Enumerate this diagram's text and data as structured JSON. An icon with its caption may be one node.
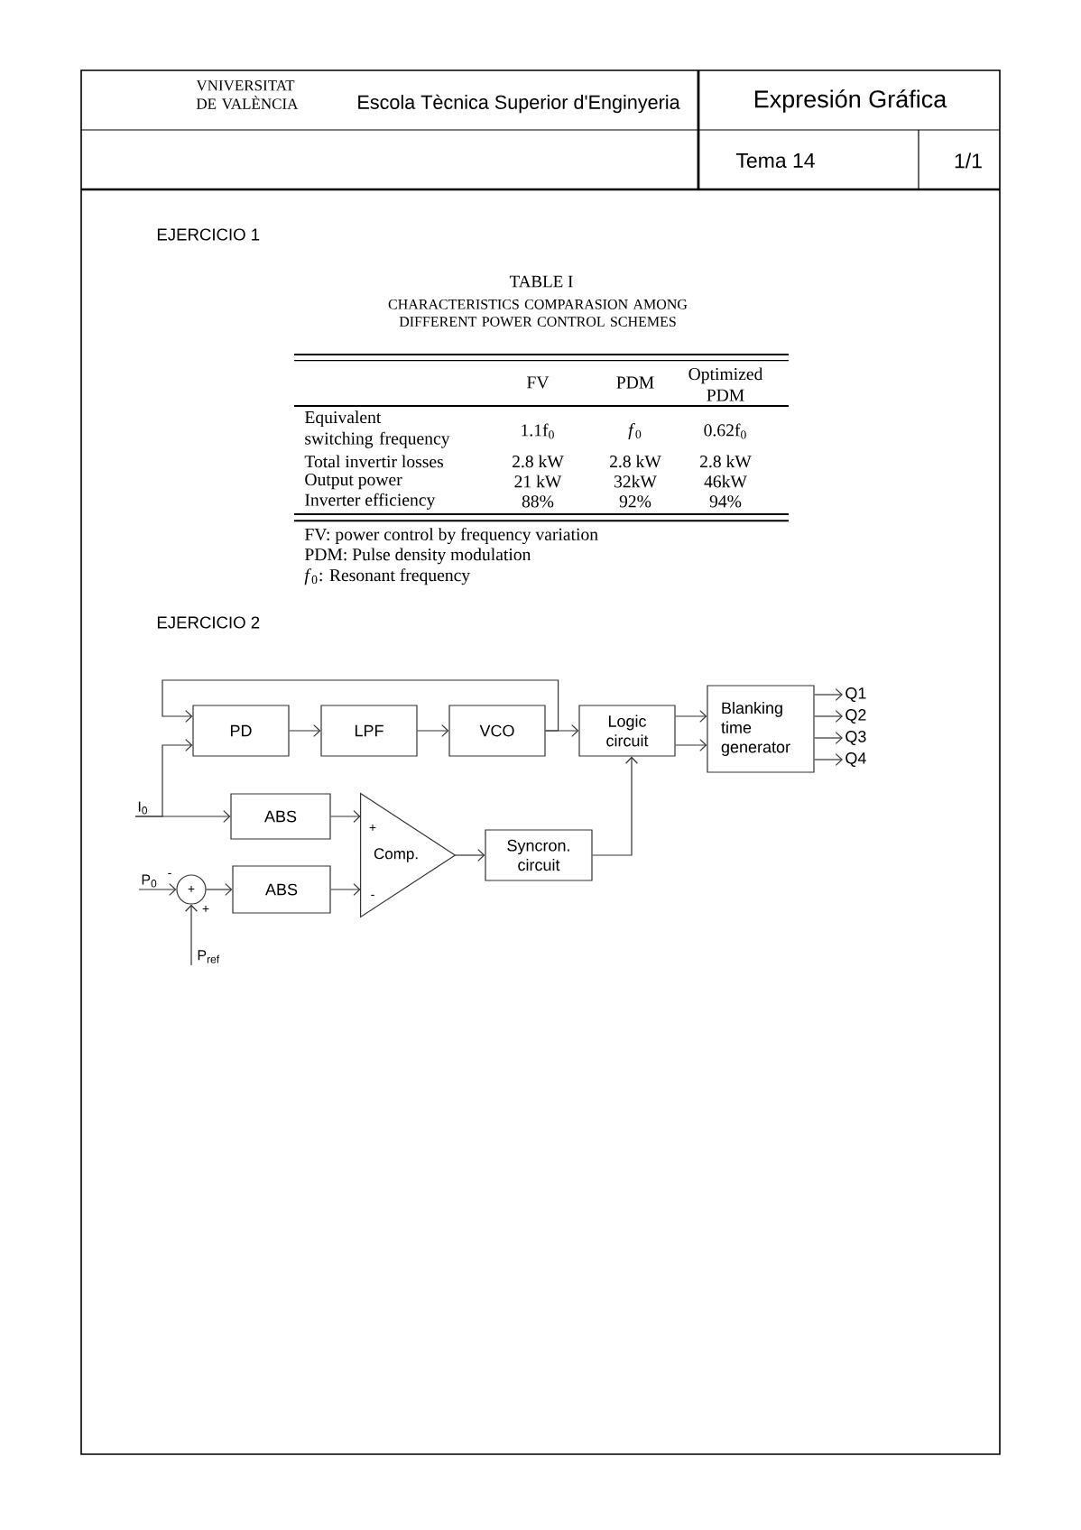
{
  "diagram": {
    "nodes": [
      {
        "text": [
          "PD"
        ]
      },
      {
        "text": [
          "LPF"
        ]
      },
      {
        "text": [
          "VCO"
        ]
      },
      {
        "text": [
          "Logic circuit"
        ]
      },
      {
        "text": [
          "Blanking time generator"
        ]
      },
      {
        "text": [
          "Q1"
        ]
      },
      {
        "text": [
          "Q2"
        ]
      },
      {
        "text": [
          "Q3"
        ]
      },
      {
        "text": [
          "Q4"
        ]
      },
      {
        "text": [
          "I$_{0}$"
        ]
      },
      {
        "text": [
          "ABS"
        ]
      },
      {
        "text": [
          "Comp."
        ]
      },
      {
        "text": [
          "Syncron. circuit"
        ]
      },
      {
        "text": [
          "P$_{0}$"
        ]
      },
      {
        "text": [
          "+"
        ]
      },
      {
        "text": [
          "ABS"
        ]
      },
      {
        "text": [
          "P$_{ref}$"
        ]
      }
    ],
    "edges": [
      {
        "from": 0,
        "to": 1,
        "arrow": "to"
      },
      {
        "from": 1,
        "to": 2,
        "arrow": "to"
      },
      {
        "from": 2,
        "to": 3,
        "arrow": "to"
      },
      {
        "from": 2,
        "to": 0,
        "arrow": "to"
      },
      {
        "from": 3,
        "to": 4,
        "arrow": "to"
      },
      {
        "from": 3,
        "to": 4,
        "arrow": "to"
      },
      {
        "from": 4,
        "to": 5,
        "arrow": "to"
      },
      {
        "from": 4,
        "to": 6,
        "arrow": "to"
      },
      {
        "from": 4,
        "to": 7,
        "arrow": "to"
      },
      {
        "from": 4,
        "to": 8,
        "arrow": "to"
      },
      {
        "from": 9,
        "to": 0,
        "arrow": "to"
      },
      {
        "from": 9,
        "to": 10,
        "arrow": "to"
      },
      {
        "from": 10,
        "to": 11,
        "arrow": "to"
      },
      {
        "from": 11,
        "to": 12,
        "arrow": "to"
      },
      {
        "from": 12,
        "to": 3,
        "arrow": "to"
      },
      {
        "from": 13,
        "to": 14,
        "arrow": "to"
      },
      {
        "from": 16,
        "to": 14,
        "arrow": "to"
      },
      {
        "from": 14,
        "to": 15,
        "arrow": "to"
      },
      {
        "from": 15,
        "to": 11,
        "arrow": "to"
      }
    ],
    "labels": [
      "VNIVERSITAT DE VALÈNCIA",
      "Escola Tècnica Superior d'Enginyeria",
      "Expresión Gráfica",
      "Tema 14",
      "1/1",
      "EJERCICIO 1",
      "TABLE I",
      "CHARACTERISTICS COMPARASION AMONG DIFFERENT POWER CONTROL SCHEMES",
      "FV",
      "PDM",
      "Optimized PDM",
      "Equivalent switching frequency",
      "1.1f$_{0}$",
      "*f*$_{0}$",
      "0.62f$_{0}$",
      "Total invertir losses",
      "2.8 kW",
      "2.8 kW",
      "2.8 kW",
      "Output power",
      "21 kW",
      "32kW",
      "46kW",
      "Inverter efficiency",
      "88%",
      "92%",
      "94%",
      "FV: power control by frequency variation",
      "PDM: Pulse density modulation",
      "*f*$_{0}$: Resonant frequency",
      "EJERCICIO 2",
      "+",
      "-",
      "-",
      "+"
    ]
  }
}
